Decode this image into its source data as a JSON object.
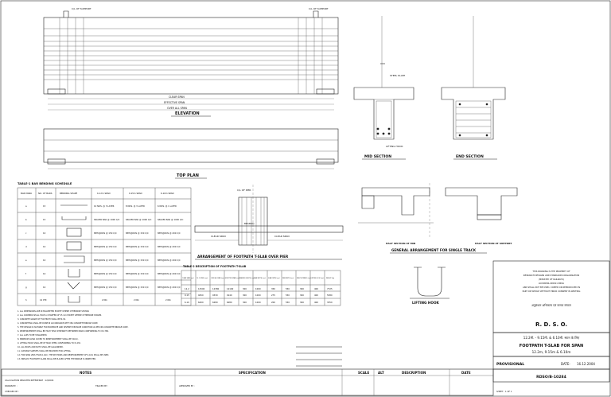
{
  "drawing": {
    "views": {
      "elevation": "ELEVATION",
      "top_plan": "TOP PLAN",
      "mid_section": "MID SECTION",
      "end_section": "END SECTION",
      "half_mid": "HALF SECTION AT MID",
      "half_support": "HALF SECTION AT SUPPORT",
      "gen_arr": "GENERAL ARRANGEMENT FOR SINGLE TRACK",
      "arrangement": "ARRANGEMENT OF FOOTPATH T-SLAB OVER PIER",
      "lifting_hook": "LIFTING HOOK",
      "table1_title": "TABLE-1 BAR BENDING SCHEDULE",
      "table2_title": "TABLE-2 DESCRIPTION OF FOOTPATH T-SLAB"
    },
    "labels": {
      "clear_span": "CLEAR SPAN",
      "effective_span": "EFFECTIVE SPAN",
      "overall_span": "OVER ALL SPAN",
      "lifting hook": "LIFTING HOOK",
      "steel_plate": "STEEL PLATE",
      "bearing": "BEARING",
      "cl_of_support": "C/L OF SUPPORT",
      "cl_of_pier": "C/L OF PIER"
    },
    "table1": {
      "headers": [
        "BAR MARK",
        "NO. OF BARS",
        "BENDING SHAPE",
        "12.2m SPAN",
        "9.15m SPAN",
        "6.10m SPAN"
      ],
      "rows": [
        [
          "a",
          "15",
          "",
          "10 NOS. @ 3 LAYER",
          "8 NOS. @ 3 LAYER",
          "6 NOS. @ 1 LAYER"
        ],
        [
          "b",
          "15",
          "",
          "SPACER BAR @ 1000 C/C",
          "SPACER BAR @ 1000 C/C",
          "SPACER BAR @ 1000 C/C"
        ],
        [
          "c",
          "10",
          "",
          "8PHI@NOS @ 150 C/C",
          "8PHI@NOS @ 150 C/C",
          "8PHI@NOS @ 200 C/C"
        ],
        [
          "d",
          "10",
          "",
          "8PHI@NOS @ 150 C/C",
          "8PHI@NOS @ 150 C/C",
          "8PHI@NOS @ 200 C/C"
        ],
        [
          "e",
          "10",
          "",
          "8PHI@NOS @ 150 C/C",
          "8PHI@NOS @ 150 C/C",
          "8PHI@NOS @ 200 C/C"
        ],
        [
          "f",
          "10",
          "",
          "8PHI@NOS @ 150 C/C",
          "8PHI@NOS @ 150 C/C",
          "8PHI@NOS @ 200 C/C"
        ],
        [
          "g",
          "10",
          "",
          "8PHI@NOS @ 150 C/C",
          "8PHI@NOS @ 150 C/C",
          "8PHI@NOS @ 200 C/C"
        ],
        [
          "h",
          "12 PHI",
          "",
          "2 NO.",
          "2 NO.",
          "2 NO."
        ]
      ]
    },
    "table2": {
      "headers": [
        "CLEAR SPAN (mm)",
        "C/L OF PIER (mm)",
        "OVER ALL SPAN (mm)",
        "EFFECTIVE SPAN (mm)",
        "BEARING LENGTH (mm)",
        "SLAB WIDTH (mm)",
        "SLAB DEPTH (mm)",
        "WEB DEPTH (mm)",
        "WEB THICKNESS (mm)",
        "LIFTING HOOK (mm)",
        "WEIGHT (kg)"
      ],
      "rows": [
        [
          "12.2",
          "12500",
          "12380",
          "12190",
          "300",
          "1000",
          "350",
          "550",
          "300",
          "400",
          "7725"
        ],
        [
          "9.15",
          "9450",
          "9330",
          "9140",
          "300",
          "1000",
          "275",
          "550",
          "300",
          "400",
          "5380"
        ],
        [
          "6.10",
          "6400",
          "6280",
          "6080",
          "300",
          "1000",
          "200",
          "550",
          "300",
          "400",
          "3350"
        ]
      ]
    },
    "notes_text": [
      "1. ALL DIMENSIONS ARE IN MILLIMETER EXCEPT WHERE OTHERWISE SHOWN.",
      "2. ALL CORNERS SHALL HAVE A CHAMFER OF 25 mm EXCEPT WHERE OTHERWISE SHOWN.",
      "3. CONCRETE GRADE OF FOOTPATH SHALL BE M-30.",
      "4. CONCRETING SHALL BE DONE IN ACCORDANCE WITH IRS CONCRETE BRIDGE CODE.",
      "5. THE DESIGN IS SUITABLE FOR MODERATE AND SEVERE EXPOSURE CONDITION AS PER IRS CONCRETE BRIDGE CODE.",
      "6. REINFORCEMENT SHALL BE HIGH YIELD STRENGTH DEFORMED BARS CONFORMING TO IS 1786.",
      "7. ALL LAPS TO BE STAGGERED.",
      "8. MINIMUM CLEAR COVER TO REINFORCEMENT SHALL BE 50mm.",
      "9. LIFTING HOOK SHALL BE OF MILD STEEL CONFORMING TO IS 432.",
      "10. ALL BOLTS AND NUTS SHALL BE GALVANISED.",
      "11. SUITABLE SLEEVES SHALL BE PROVIDED FOR LIFTING.",
      "12. FOR SPAN LESS THAN 6.10m, THE SECTIONS AND REINFORCEMENT OF 6.10m SHALL BE USED.",
      "13. PRECAST FOOTPATH SLABS SHALL BE PLACED AFTER THE BRIDGE IS INSPECTED."
    ],
    "title_block": {
      "rdso_lines": [
        "THIS DRAWING IS THE PROPERTY OF",
        "RESEARCH DESIGNS AND STANDARDS ORGANISATION",
        "(MINISTRY OF RAILWAYS)",
        "LUCKNOW-226011 INDIA",
        "AND SHALL NOT BE USED, COPIED OR REPRODUCED IN",
        "PART OR WHOLE WITHOUT PRIOR CONSENT IN WRITING"
      ],
      "hindi_org": "अनुसंधान अभिकल्प एवं मानक संगठन",
      "org_short": "R. D. S. O.",
      "hindi_title": "12.2मी. - 9.15मी. & 6.10मी. स्पान के लिए",
      "title": "FOOTPATH T-SLAB FOR SPAN",
      "spans": "12.2m, 9.15m & 6.10m",
      "status": "PROVISIONAL",
      "date_label": "DATE-",
      "date": "16.12.2004",
      "drawing_no": "RDSO/B-10284",
      "note_header": "NOTES",
      "spec_header": "SPECIFICATION",
      "scale_header": "SCALE",
      "alt_header": "ALT",
      "desc_header": "DESCRIPTION",
      "date_header": "DATE",
      "calc_ref": "CALCULATION REGISTER REFERENCE : 12/2004",
      "drawn_by": "DRAWN BY :",
      "checked_by": "CHECKED BY :",
      "traced_by": "TRACED BY :",
      "approved_by": "APPROVED BY :",
      "sheet": "SHEET : 1 OF 1"
    }
  }
}
